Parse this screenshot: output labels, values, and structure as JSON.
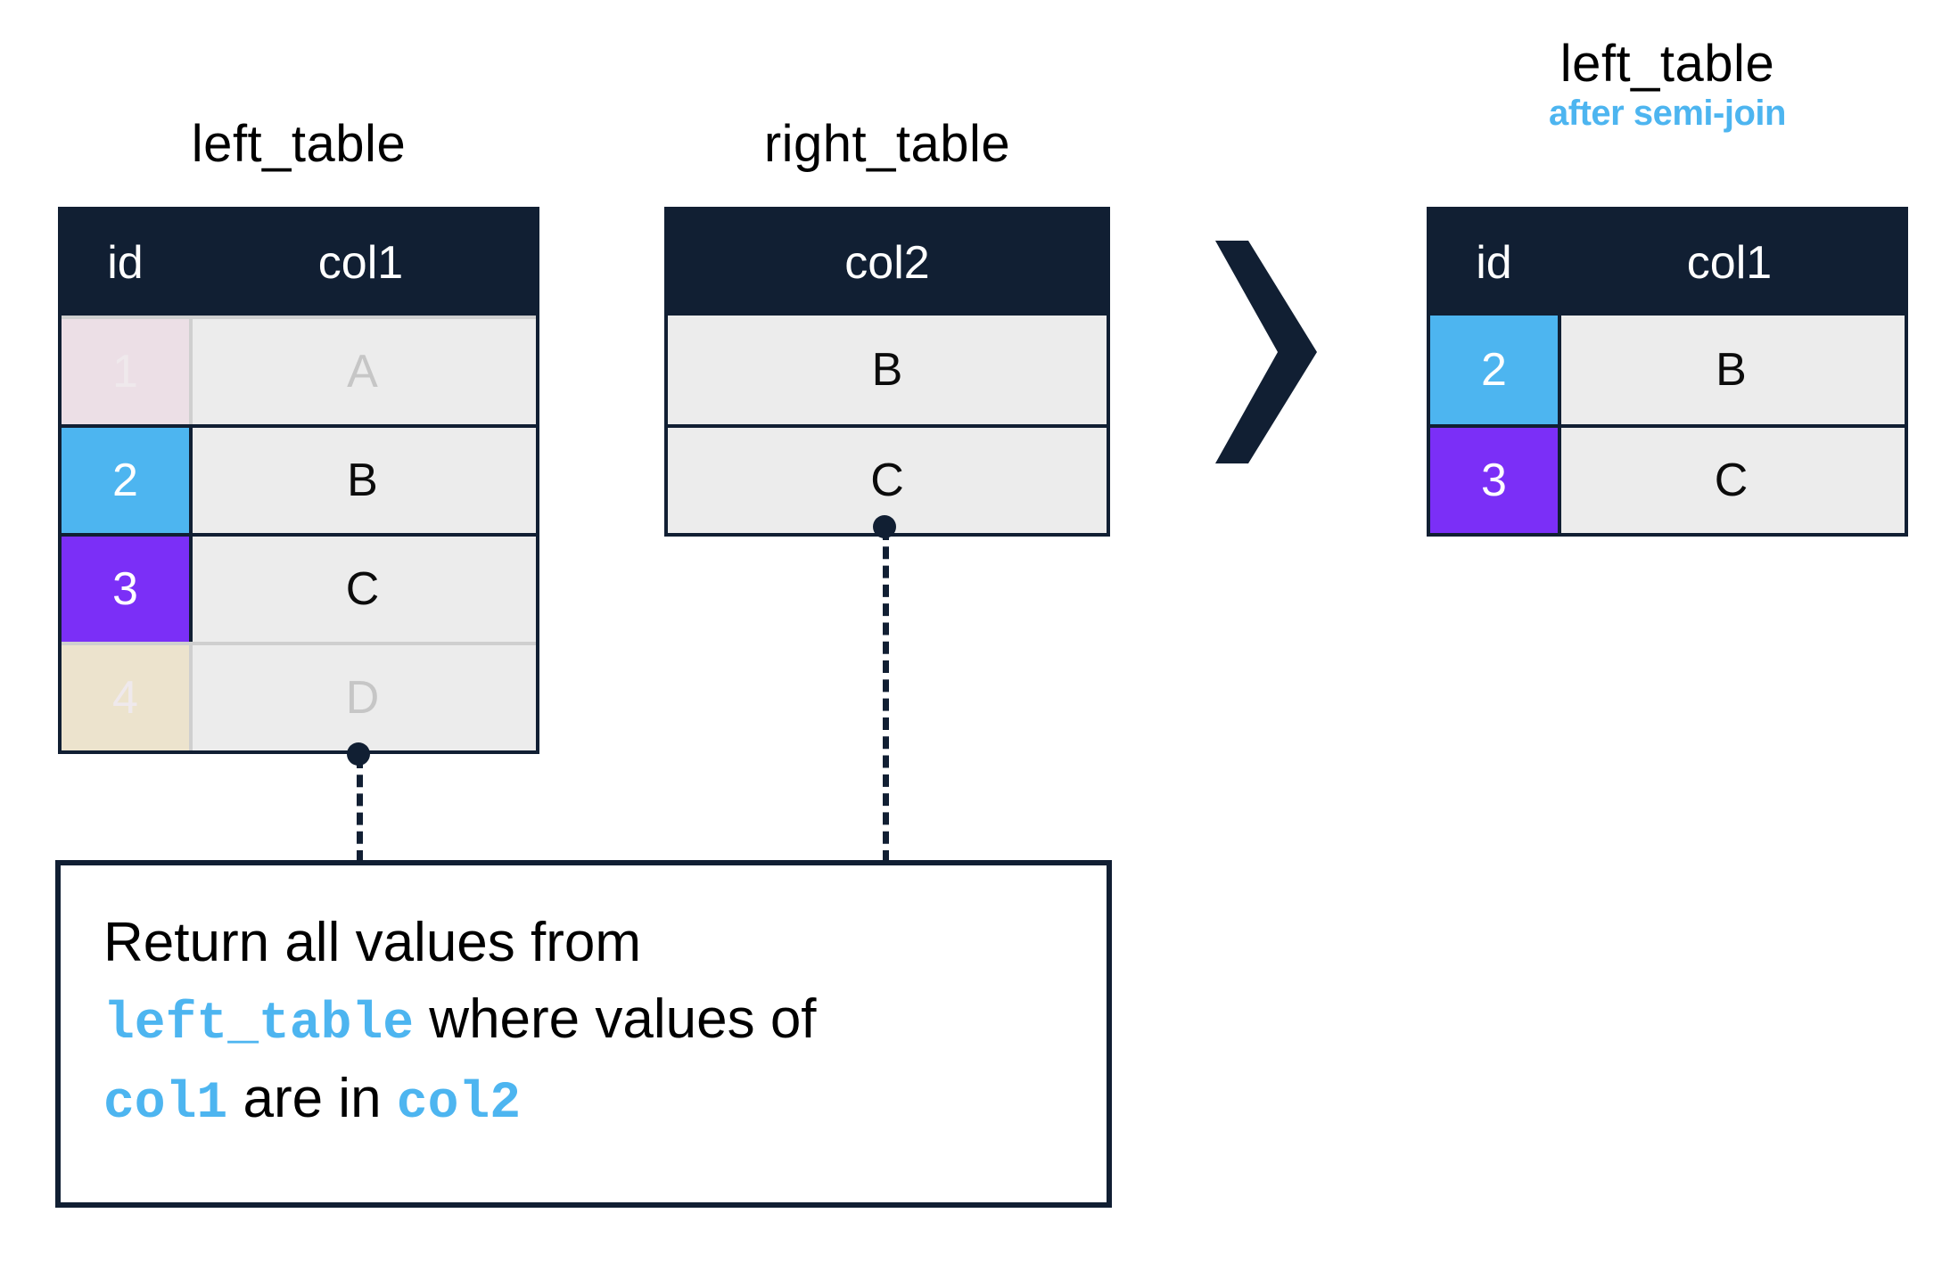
{
  "diagram": {
    "type": "semi-join-illustration",
    "colors": {
      "header_bg": "#111f33",
      "cell_bg": "#ececec",
      "accent_blue": "#4db5f0",
      "highlight_blue": "#4db5f0",
      "highlight_purple": "#7b2ff7",
      "faded_pink": "#ecdfe6",
      "faded_beige": "#ece3cd",
      "faded_text": "#c6c6c6"
    }
  },
  "left_table": {
    "title": "left_table",
    "columns": [
      "id",
      "col1"
    ],
    "rows": [
      {
        "id": "1",
        "col1": "A",
        "matched": false,
        "id_bg": "#ecdfe6"
      },
      {
        "id": "2",
        "col1": "B",
        "matched": true,
        "id_bg": "#4db5f0"
      },
      {
        "id": "3",
        "col1": "C",
        "matched": true,
        "id_bg": "#7b2ff7"
      },
      {
        "id": "4",
        "col1": "D",
        "matched": false,
        "id_bg": "#ece3cd"
      }
    ]
  },
  "right_table": {
    "title": "right_table",
    "columns": [
      "col2"
    ],
    "rows": [
      {
        "col2": "B"
      },
      {
        "col2": "C"
      }
    ]
  },
  "result_table": {
    "title": "left_table",
    "subtitle": "after semi-join",
    "columns": [
      "id",
      "col1"
    ],
    "rows": [
      {
        "id": "2",
        "col1": "B",
        "id_bg": "#4db5f0"
      },
      {
        "id": "3",
        "col1": "C",
        "id_bg": "#7b2ff7"
      }
    ]
  },
  "arrow": {
    "icon": "chevron-right-icon",
    "color": "#111f33"
  },
  "description": {
    "line1_a": "Return all values from",
    "code1": "left_table",
    "line2_b": " where values of",
    "code2": "col1",
    "line3_c": " are in ",
    "code3": "col2"
  }
}
